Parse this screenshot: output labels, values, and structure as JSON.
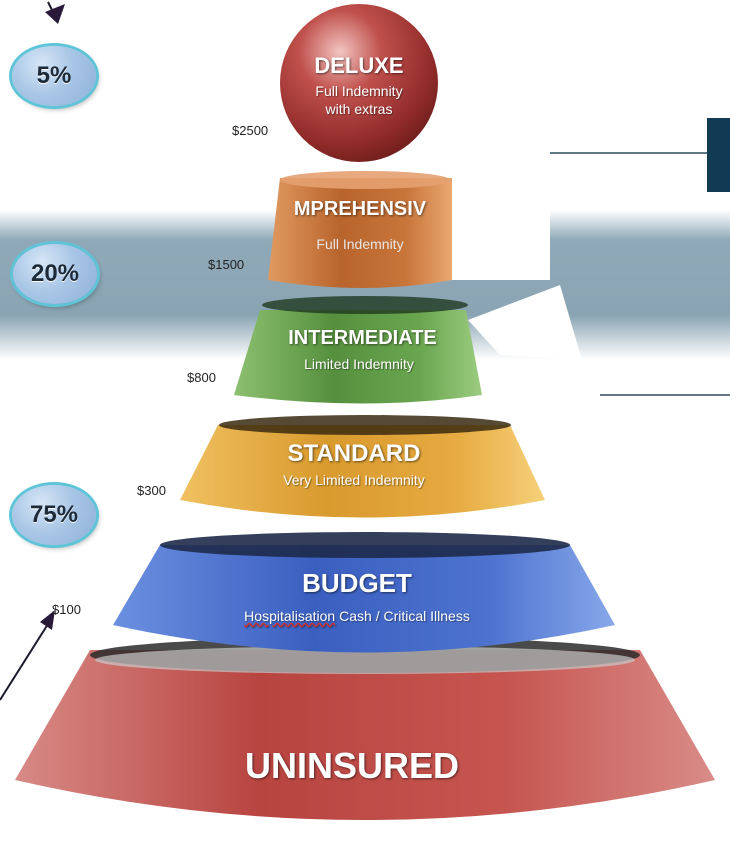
{
  "badges": [
    {
      "label": "5%"
    },
    {
      "label": "20%"
    },
    {
      "label": "75%"
    }
  ],
  "tiers": [
    {
      "title": "DELUXE",
      "subtitle_line1": "Full Indemnity",
      "subtitle_line2": "with extras",
      "price": "$2500",
      "color": "#b8413e"
    },
    {
      "title": "COMPREHENSIVE",
      "visible_title": "MPREHENSIV",
      "subtitle": "Full Indemnity",
      "price": "$1500",
      "color": "#c8713a"
    },
    {
      "title": "INTERMEDIATE",
      "subtitle": "Limited Indemnity",
      "price": "$800",
      "color": "#6aa050"
    },
    {
      "title": "STANDARD",
      "subtitle": "Very Limited Indemnity",
      "price": "$300",
      "color": "#e6a53a"
    },
    {
      "title": "BUDGET",
      "subtitle_part1": "Hospitalisation",
      "subtitle_part2": " Cash / Critical Illness",
      "price": "$100",
      "color": "#4a70c8"
    },
    {
      "title": "UNINSURED",
      "color": "#c0524e"
    }
  ]
}
